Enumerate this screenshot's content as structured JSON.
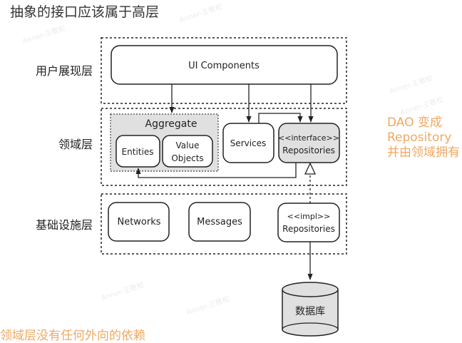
{
  "title": "抽象的接口应该属于高层",
  "layers": [
    {
      "label": "用户展现层"
    },
    {
      "label": "领域层"
    },
    {
      "label": "基础设施层"
    }
  ],
  "presentation": {
    "ui_components": "UI Components"
  },
  "domain": {
    "aggregate_title": "Aggregate",
    "entities": "Entities",
    "value_objects_line1": "Value",
    "value_objects_line2": "Objects",
    "services": "Services",
    "repo_interface_line1": "<<interface>>",
    "repo_interface_line2": "Repositories"
  },
  "infrastructure": {
    "networks": "Networks",
    "messages": "Messages",
    "repo_impl_line1": "<<impl>>",
    "repo_impl_line2": "Repositories"
  },
  "database": {
    "label": "数据库"
  },
  "notes": {
    "right_line1": "DAO 变成",
    "right_line2": "Repository",
    "right_line3": "并由领域拥有",
    "bottom": "领域层没有任何外向的依赖"
  },
  "watermark": "Anner-王敬松",
  "colors": {
    "accent_orange": "#f0a862",
    "shaded_box": "#e0e0e0",
    "line": "#222222"
  }
}
